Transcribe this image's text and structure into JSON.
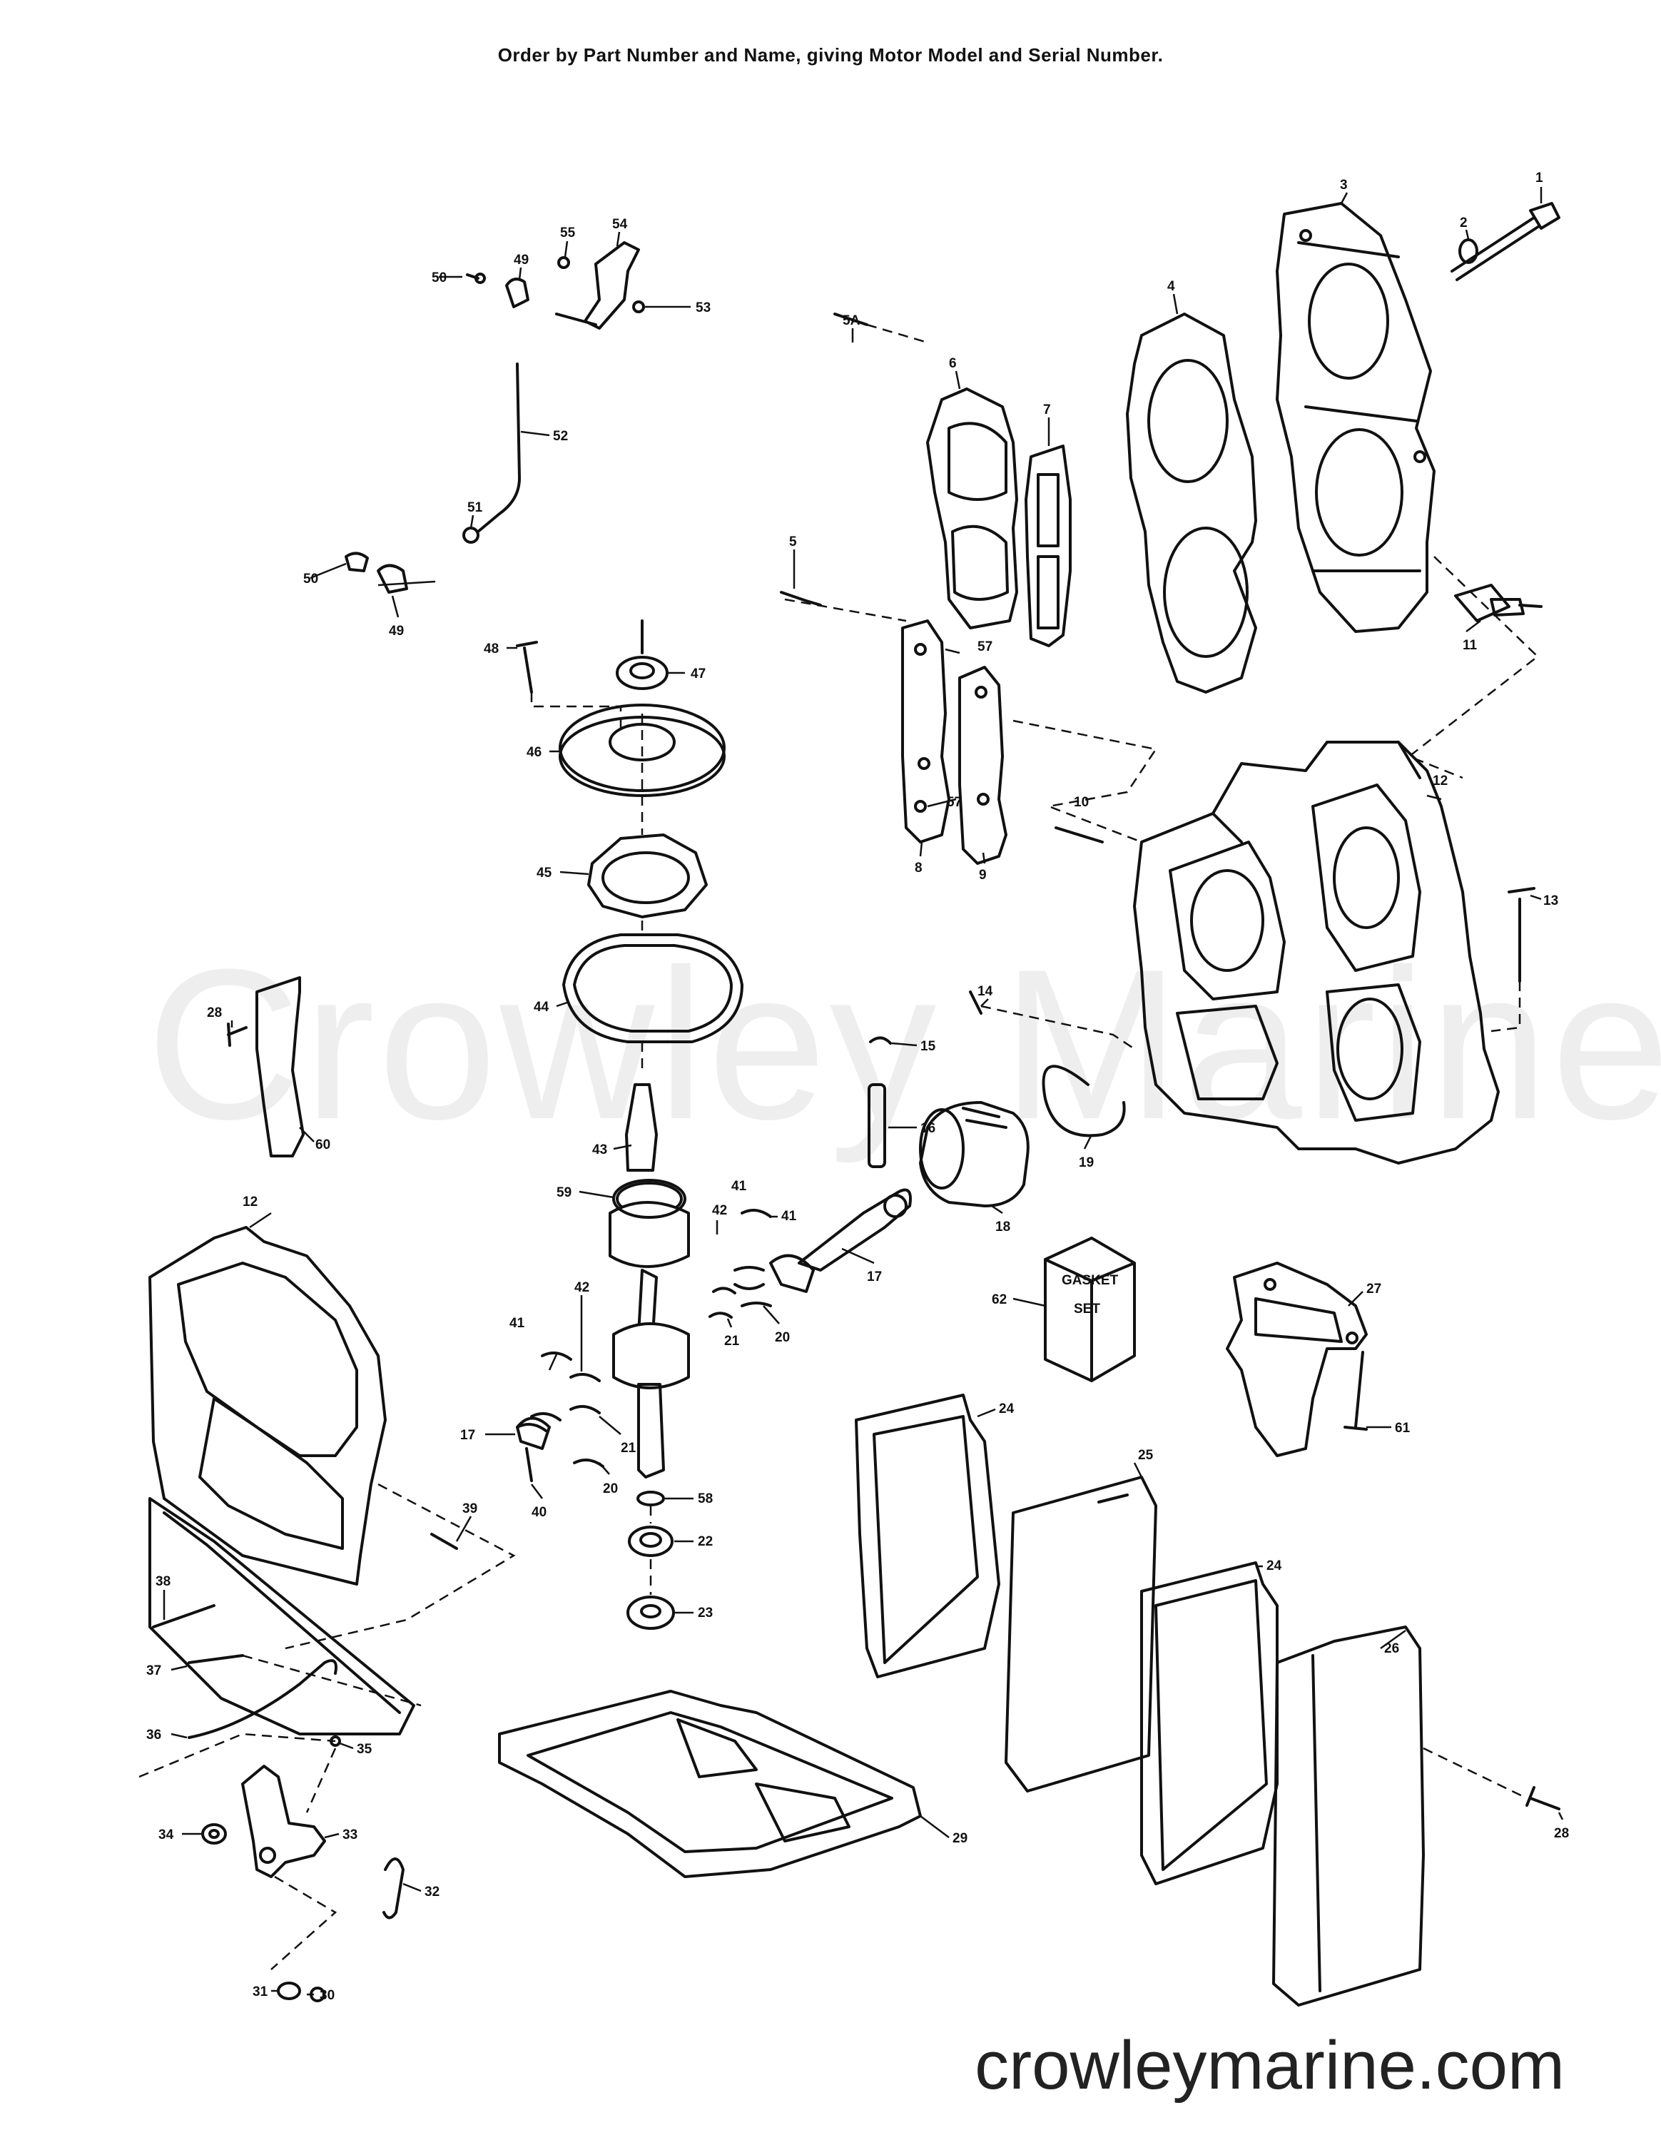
{
  "header_note": "Order by Part Number and Name, giving Motor Model and Serial Number.",
  "watermark": "Crowley Marine",
  "site_url": "crowleymarine.com",
  "callouts": [
    {
      "key": "c1",
      "label": "1"
    },
    {
      "key": "c2",
      "label": "2"
    },
    {
      "key": "c3",
      "label": "3"
    },
    {
      "key": "c4",
      "label": "4"
    },
    {
      "key": "c5",
      "label": "5"
    },
    {
      "key": "c5a",
      "label": "5A"
    },
    {
      "key": "c6",
      "label": "6"
    },
    {
      "key": "c7",
      "label": "7"
    },
    {
      "key": "c8",
      "label": "8"
    },
    {
      "key": "c9",
      "label": "9"
    },
    {
      "key": "c10",
      "label": "10"
    },
    {
      "key": "c11",
      "label": "11"
    },
    {
      "key": "c12a",
      "label": "12"
    },
    {
      "key": "c12b",
      "label": "12"
    },
    {
      "key": "c13",
      "label": "13"
    },
    {
      "key": "c14",
      "label": "14"
    },
    {
      "key": "c15",
      "label": "15"
    },
    {
      "key": "c16",
      "label": "16"
    },
    {
      "key": "c17a",
      "label": "17"
    },
    {
      "key": "c17b",
      "label": "17"
    },
    {
      "key": "c18",
      "label": "18"
    },
    {
      "key": "c19",
      "label": "19"
    },
    {
      "key": "c20a",
      "label": "20"
    },
    {
      "key": "c20b",
      "label": "20"
    },
    {
      "key": "c21a",
      "label": "21"
    },
    {
      "key": "c21b",
      "label": "21"
    },
    {
      "key": "c22",
      "label": "22"
    },
    {
      "key": "c23",
      "label": "23"
    },
    {
      "key": "c24a",
      "label": "24"
    },
    {
      "key": "c24b",
      "label": "24"
    },
    {
      "key": "c25",
      "label": "25"
    },
    {
      "key": "c26",
      "label": "26"
    },
    {
      "key": "c27",
      "label": "27"
    },
    {
      "key": "c28a",
      "label": "28"
    },
    {
      "key": "c28b",
      "label": "28"
    },
    {
      "key": "c29",
      "label": "29"
    },
    {
      "key": "c30",
      "label": "30"
    },
    {
      "key": "c31",
      "label": "31"
    },
    {
      "key": "c32",
      "label": "32"
    },
    {
      "key": "c33",
      "label": "33"
    },
    {
      "key": "c34",
      "label": "34"
    },
    {
      "key": "c35",
      "label": "35"
    },
    {
      "key": "c36",
      "label": "36"
    },
    {
      "key": "c37",
      "label": "37"
    },
    {
      "key": "c38",
      "label": "38"
    },
    {
      "key": "c39",
      "label": "39"
    },
    {
      "key": "c40",
      "label": "40"
    },
    {
      "key": "c41a",
      "label": "41"
    },
    {
      "key": "c41b",
      "label": "41"
    },
    {
      "key": "c41c",
      "label": "41"
    },
    {
      "key": "c42a",
      "label": "42"
    },
    {
      "key": "c42b",
      "label": "42"
    },
    {
      "key": "c43",
      "label": "43"
    },
    {
      "key": "c44",
      "label": "44"
    },
    {
      "key": "c45",
      "label": "45"
    },
    {
      "key": "c46",
      "label": "46"
    },
    {
      "key": "c47",
      "label": "47"
    },
    {
      "key": "c48",
      "label": "48"
    },
    {
      "key": "c49a",
      "label": "49"
    },
    {
      "key": "c49b",
      "label": "49"
    },
    {
      "key": "c50a",
      "label": "50"
    },
    {
      "key": "c50b",
      "label": "50"
    },
    {
      "key": "c51",
      "label": "51"
    },
    {
      "key": "c52",
      "label": "52"
    },
    {
      "key": "c53",
      "label": "53"
    },
    {
      "key": "c54",
      "label": "54"
    },
    {
      "key": "c55",
      "label": "55"
    },
    {
      "key": "c57a",
      "label": "57"
    },
    {
      "key": "c57b",
      "label": "57"
    },
    {
      "key": "c58",
      "label": "58"
    },
    {
      "key": "c59",
      "label": "59"
    },
    {
      "key": "c60",
      "label": "60"
    },
    {
      "key": "c62",
      "label": "62"
    }
  ],
  "gasket_set_label": [
    "GASKET",
    "SET"
  ]
}
